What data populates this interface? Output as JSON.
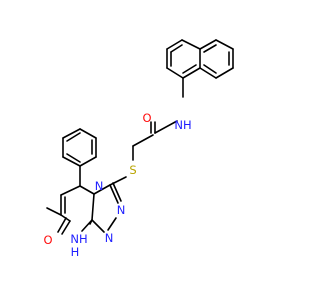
{
  "molecule": {
    "atom_labels": {
      "amide_o": "O",
      "amide_nh": "NH",
      "sulfur": "S",
      "triazole_n_top": "N",
      "triazole_n_right1": "N",
      "triazole_n_right2": "N",
      "ring_n_bottom": "N",
      "ring_nh": "NH",
      "ring_h": "H",
      "carbonyl_o_bottom": "O"
    }
  },
  "colors": {
    "bond": "#000000",
    "oxygen": "#ff0d0d",
    "nitrogen": "#1f1fff",
    "sulfur": "#b8a400",
    "background": "#ffffff"
  }
}
